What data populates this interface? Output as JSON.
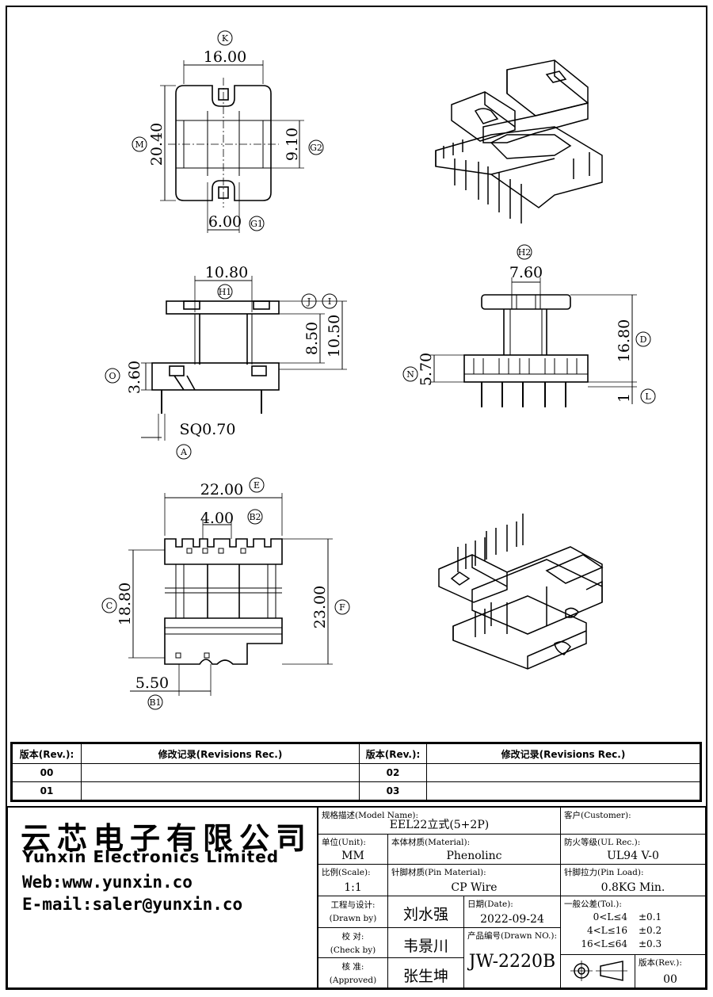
{
  "dims": {
    "k_label": "K",
    "width_16": "16.00",
    "m_label": "M",
    "height_2040": "20.40",
    "g2_label": "G2",
    "d910": "9.10",
    "d600": "6.00",
    "g1_label": "G1",
    "h1_label": "H1",
    "d1080": "10.80",
    "j_label": "J",
    "i_label": "I",
    "d850": "8.50",
    "d1050": "10.50",
    "o_label": "O",
    "d360": "3.60",
    "sq": "SQ0.70",
    "a_label": "A",
    "h2_label": "H2",
    "d760": "7.60",
    "d1680": "16.80",
    "d_label": "D",
    "n_label": "N",
    "d570": "5.70",
    "one": "1",
    "l_label": "L",
    "e_label": "E",
    "d2200": "22.00",
    "b2_label": "B2",
    "d400": "4.00",
    "c_label": "C",
    "d1880": "18.80",
    "d2300": "23.00",
    "f_label": "F",
    "d550": "5.50",
    "b1_label": "B1"
  },
  "revisions": {
    "rev_header": "版本(Rev.):",
    "rec_header": "修改记录(Revisions Rec.)",
    "rows": [
      {
        "rev_a": "00",
        "rev_b": "02"
      },
      {
        "rev_a": "01",
        "rev_b": "03"
      }
    ]
  },
  "company": {
    "name_cn": "云芯电子有限公司",
    "name_en": "Yunxin Electronics Limited",
    "web": "Web:www.yunxin.co",
    "email": "E-mail:saler@yunxin.co"
  },
  "title_block": {
    "model_label": "规格描述(Model Name):",
    "model_value": "EEL22立式(5+2P)",
    "customer_label": "客户(Customer):",
    "unit_label": "单位(Unit):",
    "unit_value": "MM",
    "material_label": "本体材质(Material):",
    "material_value": "Phenolinc",
    "ul_label": "防火等级(UL Rec.):",
    "ul_value": "UL94 V-0",
    "scale_label": "比例(Scale):",
    "scale_value": "1:1",
    "pin_material_label": "针脚材质(Pin Material):",
    "pin_material_value": "CP Wire",
    "pin_load_label": "针脚拉力(Pin Load):",
    "pin_load_value": "0.8KG Min.",
    "drawn_label_1": "工程与设计:",
    "drawn_label_2": "(Drawn by)",
    "drawn_value": "刘水强",
    "date_label": "日期(Date):",
    "date_value": "2022-09-24",
    "tol_label": "一般公差(Tol.):",
    "tol_rows": [
      {
        "range": "0<L≤4",
        "tol": "±0.1"
      },
      {
        "range": "4<L≤16",
        "tol": "±0.2"
      },
      {
        "range": "16<L≤64",
        "tol": "±0.3"
      }
    ],
    "check_label_1": "校  对:",
    "check_label_2": "(Check by)",
    "check_value": "韦景川",
    "drawn_no_label": "产品编号(Drawn NO.):",
    "drawn_no_value": "JW-2220B",
    "approved_label_1": "核  准:",
    "approved_label_2": "(Approved)",
    "approved_value": "张生坤",
    "rev_label": "版本(Rev.):",
    "rev_value": "00"
  }
}
